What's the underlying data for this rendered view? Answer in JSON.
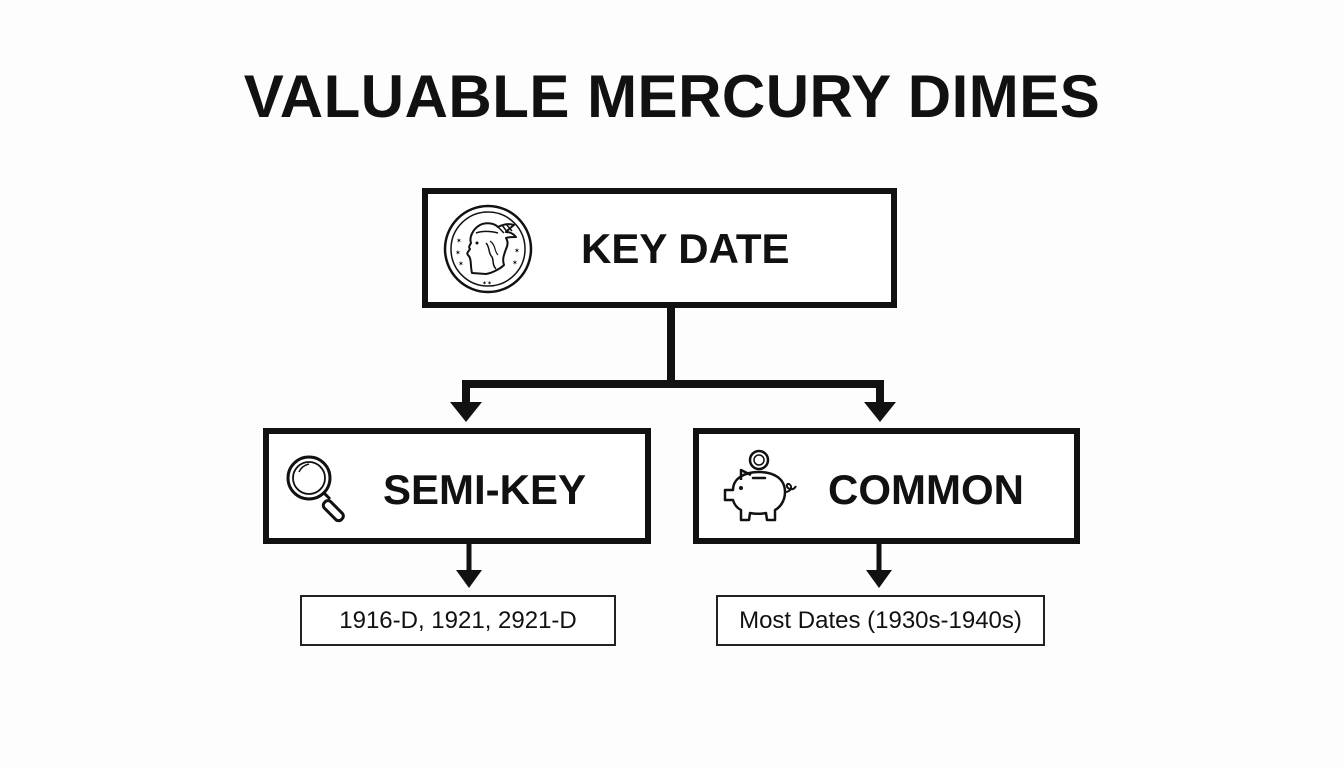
{
  "title": "VALUABLE MERCURY DIMES",
  "nodes": {
    "key_date": {
      "label": "KEY DATE",
      "icon": "mercury-dime-coin-icon"
    },
    "semi_key": {
      "label": "SEMI-KEY",
      "icon": "magnifying-glass-icon"
    },
    "common": {
      "label": "COMMON",
      "icon": "piggy-bank-icon"
    }
  },
  "details": {
    "semi_key": "1916-D, 1921, 2921-D",
    "common": "Most Dates (1930s-1940s)"
  },
  "colors": {
    "stroke": "#111111",
    "background": "#fdfdfd"
  }
}
